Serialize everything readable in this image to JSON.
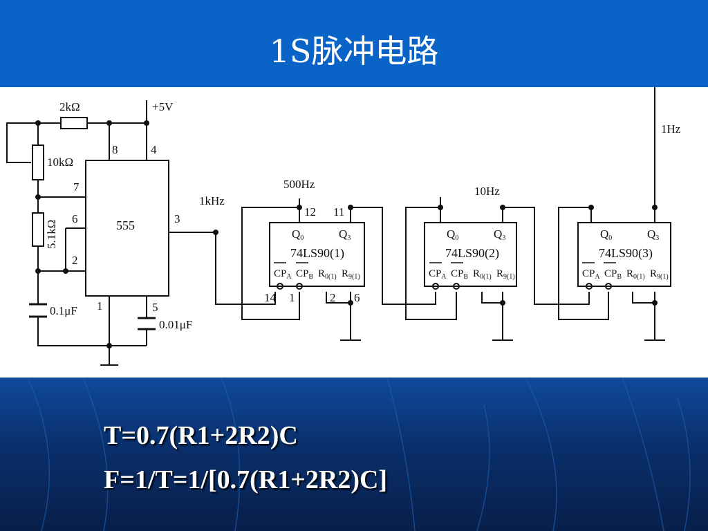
{
  "slide": {
    "title": "1S脉冲电路",
    "formulas": [
      "T=0.7(R1+2R2)C",
      "F=1/T=1/[0.7(R1+2R2)C]"
    ]
  },
  "circuit": {
    "supply": "+5V",
    "r1": "2kΩ",
    "pot": "10kΩ",
    "r2": "5.1kΩ",
    "c1": "0.1μF",
    "c2": "0.01μF",
    "timer": "555",
    "pins555": {
      "p8": "8",
      "p4": "4",
      "p7": "7",
      "p6": "6",
      "p2": "2",
      "p3": "3",
      "p1": "1",
      "p5": "5"
    },
    "freqs": {
      "f1": "1kHz",
      "f2": "500Hz",
      "f3": "10Hz",
      "f4": "1Hz"
    },
    "counters": [
      "74LS90(1)",
      "74LS90(2)",
      "74LS90(3)"
    ],
    "pinsCounter": {
      "p12": "12",
      "p11": "11",
      "p14": "14",
      "p1": "1",
      "p2": "2",
      "p6": "6"
    },
    "q0": "Q",
    "q0sub": "0",
    "q3": "Q",
    "q3sub": "3",
    "cpa": "CP",
    "cpasub": "A",
    "cpb": "CP",
    "cpbsub": "B",
    "r0": "R",
    "r0sub": "0(1)",
    "r9": "R",
    "r9sub": "9(1)"
  },
  "colors": {
    "titleBar": "#0a64c8",
    "background": "#0b2f6b",
    "ink": "#111111"
  }
}
